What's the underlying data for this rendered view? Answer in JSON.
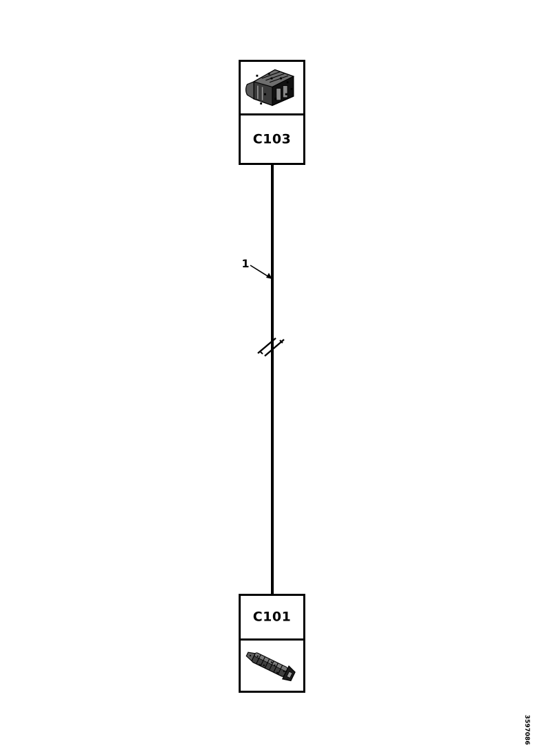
{
  "diagram": {
    "type": "automotive-wiring-harness-schematic",
    "background_color": "#ffffff",
    "line_color": "#000000",
    "document_id": "3597086",
    "connectors": [
      {
        "id": "top",
        "label": "C103",
        "photo_name": "multi-pin-rectangular-connector-photo",
        "photo_description": "grey multi-cavity rectangular electrical connector body, three-quarter view"
      },
      {
        "id": "bottom",
        "label": "C101",
        "photo_name": "inline-pin-connector-photo",
        "photo_description": "elongated diagonal inline connector / terminal lug"
      }
    ],
    "wire": {
      "number": "1",
      "callout_name": "wire-number-1",
      "break_symbol": "double-slash-wire-break",
      "from": "C103",
      "to": "C101"
    }
  }
}
